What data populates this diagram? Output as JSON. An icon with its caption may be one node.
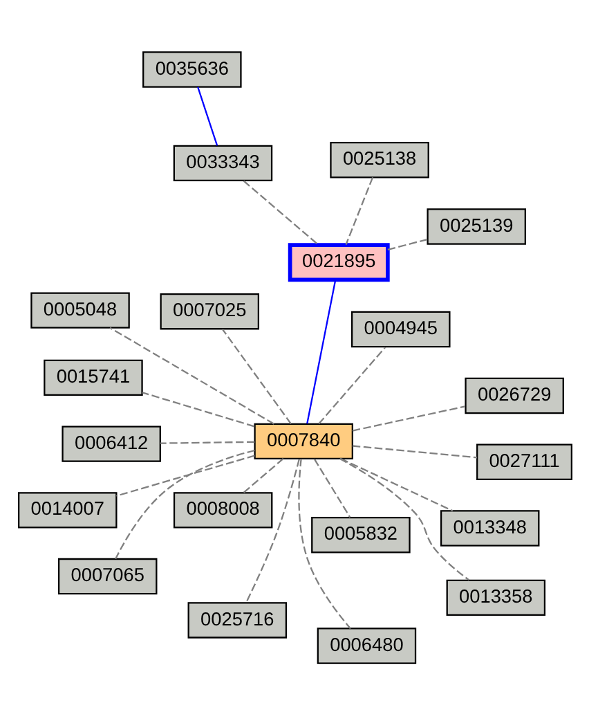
{
  "diagram": {
    "nodes": [
      {
        "text": [
          "0035636"
        ]
      },
      {
        "text": [
          "0033343"
        ]
      },
      {
        "text": [
          "0025138"
        ]
      },
      {
        "text": [
          "0025139"
        ]
      },
      {
        "text": [
          "0021895"
        ]
      },
      {
        "text": [
          "0026729"
        ]
      },
      {
        "text": [
          "0006412"
        ]
      },
      {
        "text": [
          "0006480"
        ]
      },
      {
        "text": [
          "0027111"
        ]
      },
      {
        "text": [
          "0007025"
        ]
      },
      {
        "text": [
          "0005048"
        ]
      },
      {
        "text": [
          "0014007"
        ]
      },
      {
        "text": [
          "0007840"
        ]
      },
      {
        "text": [
          "0015741"
        ]
      },
      {
        "text": [
          "0004945"
        ]
      },
      {
        "text": [
          "0025716"
        ]
      },
      {
        "text": [
          "0008008"
        ]
      },
      {
        "text": [
          "0013358"
        ]
      },
      {
        "text": [
          "0007065"
        ]
      },
      {
        "text": [
          "0013348"
        ]
      },
      {
        "text": [
          "0005832"
        ]
      }
    ],
    "edges": [
      {
        "from": 0,
        "to": 1,
        "arrow": "none",
        "color": "#0000ff"
      },
      {
        "from": 1,
        "to": 4,
        "arrow": "none",
        "style": "dashed"
      },
      {
        "from": 2,
        "to": 4,
        "arrow": "none",
        "style": "dashed"
      },
      {
        "from": 4,
        "to": 3,
        "arrow": "none",
        "style": "dashed"
      },
      {
        "from": 4,
        "to": 12,
        "arrow": "none",
        "color": "#0000ff"
      },
      {
        "from": 12,
        "to": 5,
        "arrow": "none",
        "style": "dashed"
      },
      {
        "from": 12,
        "to": 6,
        "arrow": "none",
        "style": "dashed"
      },
      {
        "from": 12,
        "to": 7,
        "arrow": "none",
        "style": "dashed"
      },
      {
        "from": 12,
        "to": 8,
        "arrow": "none",
        "style": "dashed"
      },
      {
        "from": 12,
        "to": 9,
        "arrow": "none",
        "style": "dashed"
      },
      {
        "from": 12,
        "to": 10,
        "arrow": "none",
        "style": "dashed"
      },
      {
        "from": 12,
        "to": 11,
        "arrow": "none",
        "style": "dashed"
      },
      {
        "from": 12,
        "to": 13,
        "arrow": "none",
        "style": "dashed"
      },
      {
        "from": 12,
        "to": 14,
        "arrow": "none",
        "style": "dashed"
      },
      {
        "from": 12,
        "to": 15,
        "arrow": "none",
        "style": "dashed"
      },
      {
        "from": 12,
        "to": 16,
        "arrow": "none",
        "style": "dashed"
      },
      {
        "from": 12,
        "to": 17,
        "arrow": "none",
        "style": "dashed"
      },
      {
        "from": 12,
        "to": 18,
        "arrow": "none",
        "style": "dashed"
      },
      {
        "from": 12,
        "to": 19,
        "arrow": "none",
        "style": "dashed"
      },
      {
        "from": 12,
        "to": 20,
        "arrow": "none",
        "style": "dashed"
      }
    ]
  }
}
